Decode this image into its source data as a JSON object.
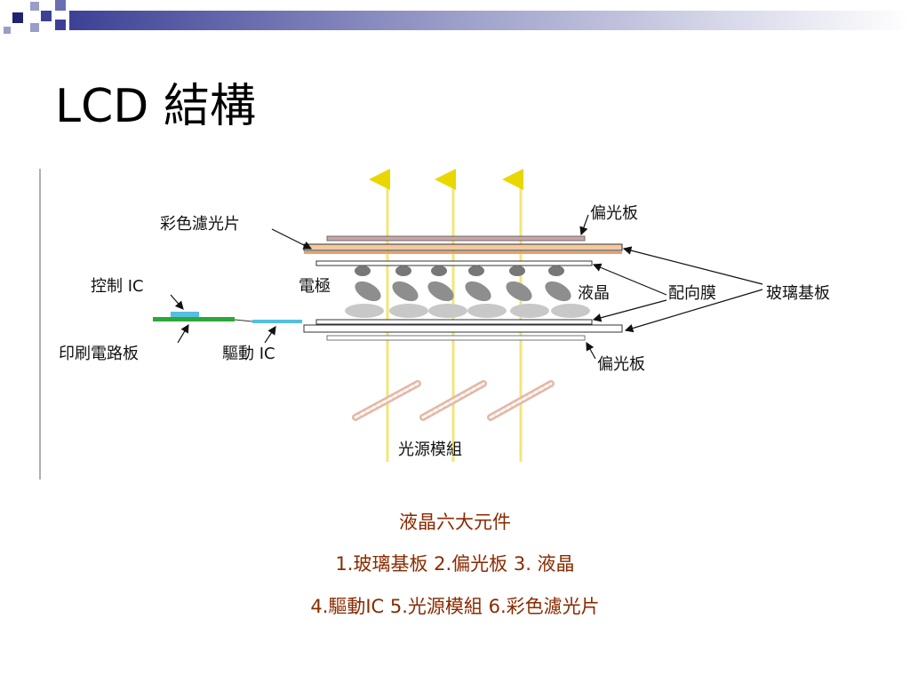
{
  "slide": {
    "title": "LCD 結構",
    "accent_color": "#2b2f8c",
    "band_color": "#4a4f9e"
  },
  "diagram": {
    "labels": {
      "color_filter": "彩色濾光片",
      "polarizer_top": "偏光板",
      "polarizer_bottom": "偏光板",
      "control_ic": "控制 IC",
      "electrode": "電極",
      "liquid_crystal": "液晶",
      "alignment_film": "配向膜",
      "glass_substrate": "玻璃基板",
      "pcb": "印刷電路板",
      "driver_ic": "驅動 IC",
      "light_module": "光源模組"
    }
  },
  "summary": {
    "heading": "液晶六大元件",
    "line2": "1.玻璃基板 2.偏光板 3. 液晶",
    "line3": "4.驅動IC 5.光源模組 6.彩色濾光片"
  }
}
